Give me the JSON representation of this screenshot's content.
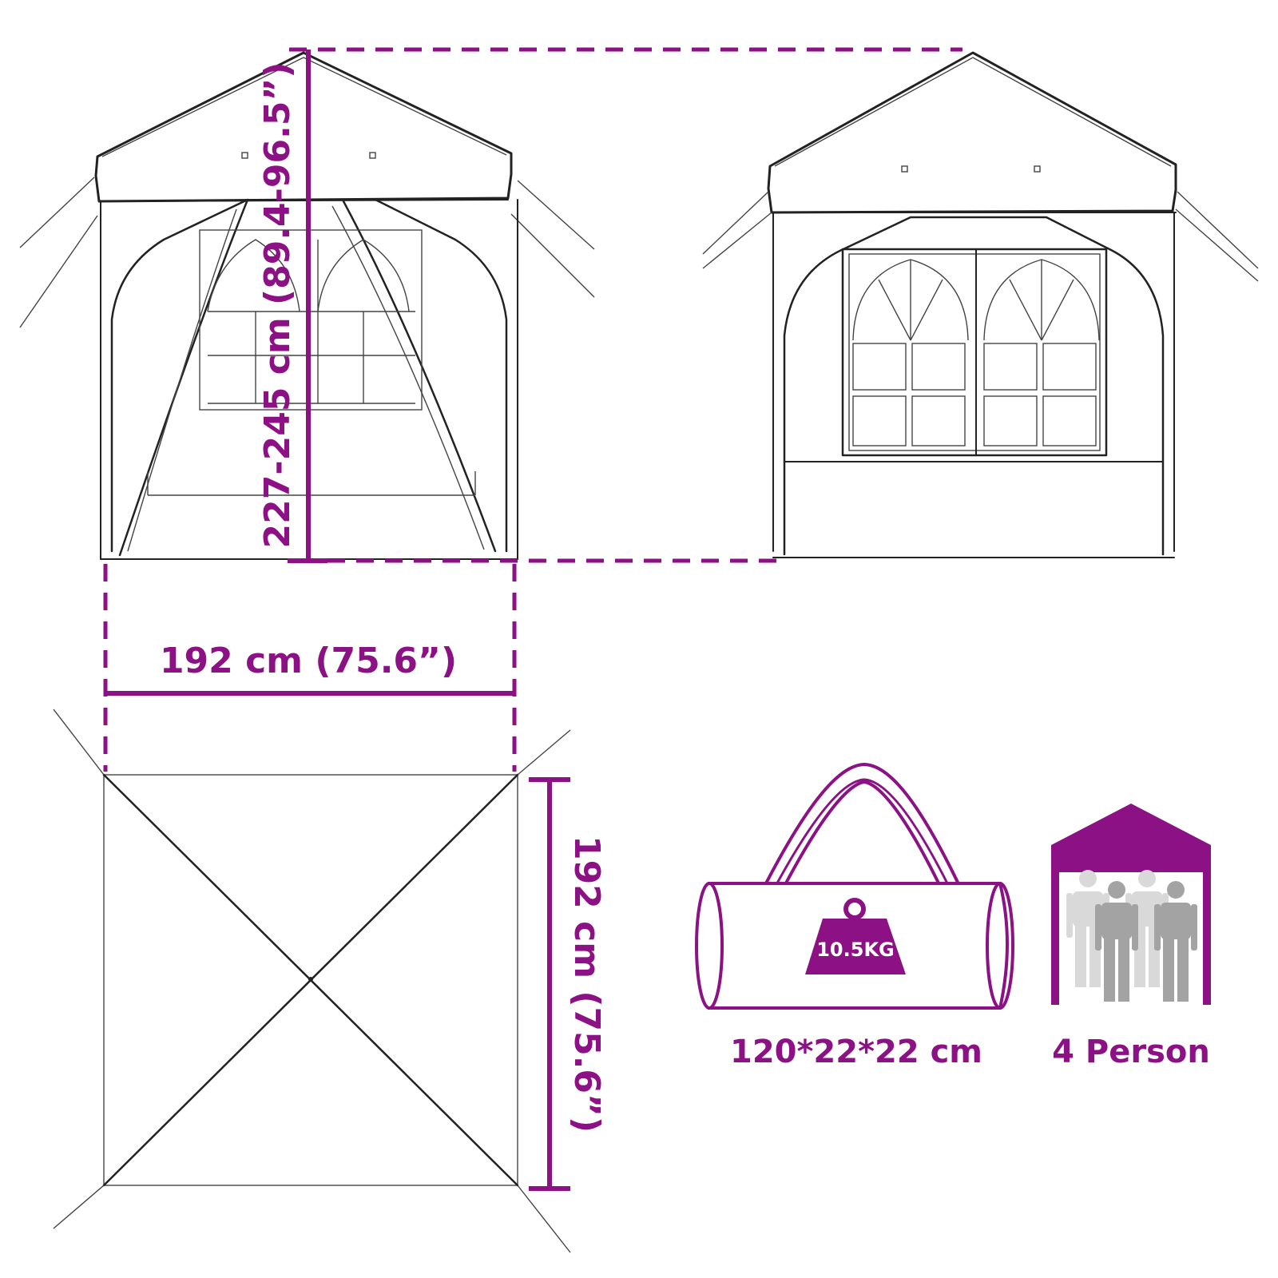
{
  "dimensions": {
    "height_label": "227-245 cm (89.4-96.5”)",
    "width_label": "192 cm (75.6”)",
    "depth_label": "192 cm (75.6”)"
  },
  "specs": {
    "weight_label": "10.5KG",
    "bag_size_label": "120*22*22 cm",
    "capacity_label": "4 Person"
  },
  "colors": {
    "accent": "#8b1184",
    "line": "#222222",
    "person_light": "#d9d9d9",
    "person_dark": "#a3a3a3"
  },
  "icons": {
    "bag": "carry-bag-icon",
    "weight": "weight-icon",
    "people": "people-group-icon",
    "tent": "tent-icon"
  }
}
